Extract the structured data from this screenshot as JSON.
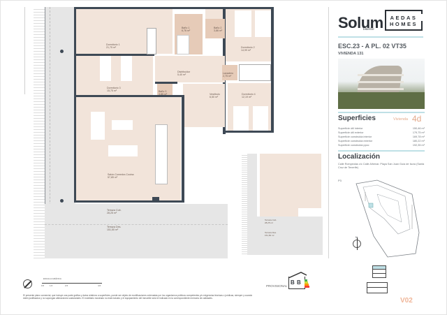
{
  "header": {
    "brand": "Solum",
    "brand_location": "Tenerife",
    "partner_logo_line1": "AEDAS",
    "partner_logo_line2": "HOMES",
    "unit_code": "ESC.23 - A  PL. 02 VT35",
    "unit_name": "VIVIENDA 131"
  },
  "floor_plan": {
    "rooms": [
      {
        "name": "Dormitorio 1",
        "area": "21,75 m²"
      },
      {
        "name": "Baño 1",
        "area": "6,76 m²"
      },
      {
        "name": "Baño 2",
        "area": "3,86 m²"
      },
      {
        "name": "Dormitorio 2",
        "area": "14,99 m²"
      },
      {
        "name": "Dormitorio 3",
        "area": "15,75 m²"
      },
      {
        "name": "Distribuidor",
        "area": "5,40 m²"
      },
      {
        "name": "Lavadero",
        "area": "2,75 m²"
      },
      {
        "name": "Baño 3",
        "area": "3,85 m²"
      },
      {
        "name": "Vestíbulo",
        "area": "6,50 m²"
      },
      {
        "name": "Dormitorio 4",
        "area": "12,19 m²"
      },
      {
        "name": "Salón-Comedor-Cocina",
        "area": "57,85 m²"
      },
      {
        "name": "Terraza Cub.",
        "area": "28,25 m²"
      },
      {
        "name": "Terraza Des.",
        "area": "151,50 m²"
      }
    ],
    "scale_label": "ESCALA GRÁFICA",
    "scale_ticks": [
      "0,5",
      "1,5",
      "2,5",
      "4,5"
    ],
    "north_label": "N"
  },
  "superficies": {
    "title": "Superficies",
    "vivienda_label": "Vivienda",
    "vivienda_type": "4d",
    "rows": [
      {
        "label": "Superficie útil interior",
        "value": "150,46 m²"
      },
      {
        "label": "Superficie útil exterior",
        "value": "179,75 m²"
      },
      {
        "label": "Superficie construida interior",
        "value": "169,78 m²"
      },
      {
        "label": "Superficie construida exterior",
        "value": "180,22 m²"
      },
      {
        "label": "Superficie construida ppcc",
        "value": "192,35 m²"
      }
    ]
  },
  "localizacion": {
    "title": "Localización",
    "address": "Calle Rompeolas c/c Calle Alhenar. Playa San Juan Guía de Isora (Santa Cruz de Tenerife)",
    "floor_label": "P3"
  },
  "footer": {
    "energy_label": "PROVISIONAL",
    "energy_rating_1": "B",
    "energy_rating_2": "B",
    "disclaimer": "El presente plano comercial, que incluye una parte gráfica y datos relativos a superficies, puede ser objeto de modificaciones ordenadas por los organismos públicos competentes y/o exigencias técnicas o jurídicas, siempre y cuando estén justificados y no supongan alteraciones sustanciales. El mobiliario mostrado no está incluido y el equipamiento del inmueble será el indicado en la correspondiente memoria de calidades.",
    "version": "V02"
  },
  "colors": {
    "room_fill": "#f2e4da",
    "bath_fill": "#e6cbb8",
    "wall": "#3e4955",
    "terrace": "#e6e6e6",
    "accent": "#e3a98a",
    "rule": "#bfe0e6"
  }
}
